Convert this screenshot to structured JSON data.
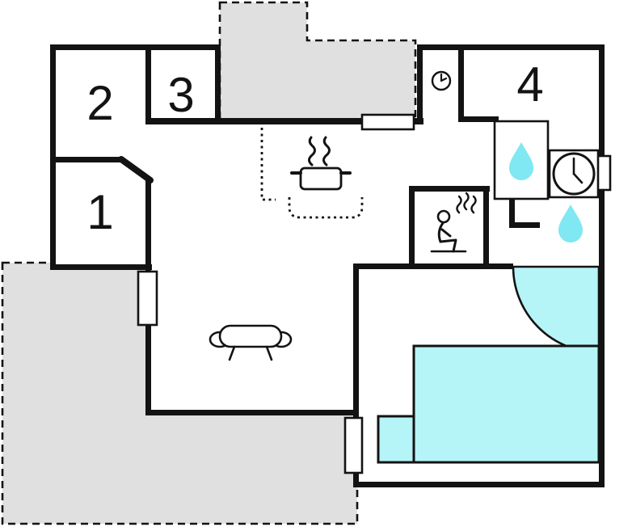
{
  "floorplan": {
    "rooms": [
      {
        "id": "room-2",
        "number": "2"
      },
      {
        "id": "room-3",
        "number": "3"
      },
      {
        "id": "room-1",
        "number": "1"
      },
      {
        "id": "room-4",
        "number": "4"
      }
    ],
    "colors": {
      "wall": "#131313",
      "terrace": "#e0e0e0",
      "water": "#7fe8f2",
      "furniture": "#b5f4f7"
    },
    "icons": [
      "clock-icon",
      "wall-clock-icon",
      "water-drop-icon",
      "sauna-icon",
      "stove-icon",
      "sofa-icon",
      "bed",
      "door-swing-arc",
      "window",
      "terrace"
    ]
  }
}
